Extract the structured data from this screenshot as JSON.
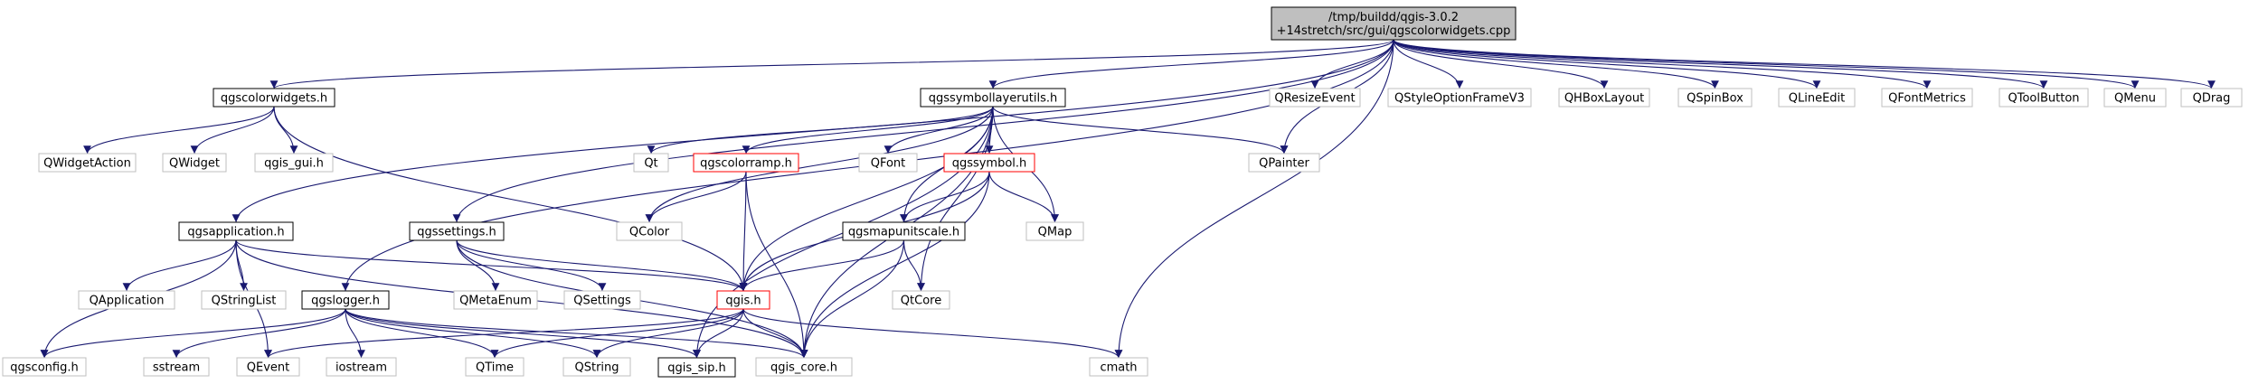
{
  "diagram": {
    "type": "include-dependency-graph",
    "colors": {
      "edge": "#191970",
      "root_fill": "#bfbfbf",
      "root_stroke": "#000000",
      "documented_stroke": "#000000",
      "external_stroke": "#bfbfbf",
      "external_text": "#000000",
      "missing_stroke": "#ff0000"
    },
    "nodes": [
      {
        "id": "root",
        "lines": [
          "/tmp/buildd/qgis-3.0.2",
          "+14stretch/src/gui/qgscolorwidgets.cpp"
        ],
        "kind": "root"
      },
      {
        "id": "qgscolorwidgets_h",
        "lines": [
          "qgscolorwidgets.h"
        ],
        "kind": "documented"
      },
      {
        "id": "qgssymbollayerutils_h",
        "lines": [
          "qgssymbollayerutils.h"
        ],
        "kind": "documented"
      },
      {
        "id": "qgsapplication_h",
        "lines": [
          "qgsapplication.h"
        ],
        "kind": "documented"
      },
      {
        "id": "qgssettings_h",
        "lines": [
          "qgssettings.h"
        ],
        "kind": "documented"
      },
      {
        "id": "qgslogger_h",
        "lines": [
          "qgslogger.h"
        ],
        "kind": "documented"
      },
      {
        "id": "qgsmapunitscale_h",
        "lines": [
          "qgsmapunitscale.h"
        ],
        "kind": "documented"
      },
      {
        "id": "qgis_sip_h",
        "lines": [
          "qgis_sip.h"
        ],
        "kind": "documented-bold"
      },
      {
        "id": "qgscolorramp_h",
        "lines": [
          "qgscolorramp.h"
        ],
        "kind": "missing"
      },
      {
        "id": "qgssymbol_h",
        "lines": [
          "qgssymbol.h"
        ],
        "kind": "missing"
      },
      {
        "id": "qgis_h",
        "lines": [
          "qgis.h"
        ],
        "kind": "missing"
      },
      {
        "id": "QResizeEvent",
        "lines": [
          "QResizeEvent"
        ],
        "kind": "external"
      },
      {
        "id": "QStyleOptionFrameV3",
        "lines": [
          "QStyleOptionFrameV3"
        ],
        "kind": "external"
      },
      {
        "id": "QHBoxLayout",
        "lines": [
          "QHBoxLayout"
        ],
        "kind": "external"
      },
      {
        "id": "QSpinBox",
        "lines": [
          "QSpinBox"
        ],
        "kind": "external"
      },
      {
        "id": "QLineEdit",
        "lines": [
          "QLineEdit"
        ],
        "kind": "external"
      },
      {
        "id": "QFontMetrics",
        "lines": [
          "QFontMetrics"
        ],
        "kind": "external"
      },
      {
        "id": "QToolButton",
        "lines": [
          "QToolButton"
        ],
        "kind": "external"
      },
      {
        "id": "QMenu",
        "lines": [
          "QMenu"
        ],
        "kind": "external"
      },
      {
        "id": "QDrag",
        "lines": [
          "QDrag"
        ],
        "kind": "external"
      },
      {
        "id": "QWidgetAction",
        "lines": [
          "QWidgetAction"
        ],
        "kind": "external"
      },
      {
        "id": "QWidget",
        "lines": [
          "QWidget"
        ],
        "kind": "external"
      },
      {
        "id": "qgis_gui_h",
        "lines": [
          "qgis_gui.h"
        ],
        "kind": "external"
      },
      {
        "id": "Qt",
        "lines": [
          "Qt"
        ],
        "kind": "external"
      },
      {
        "id": "QFont",
        "lines": [
          "QFont"
        ],
        "kind": "external"
      },
      {
        "id": "QPainter",
        "lines": [
          "QPainter"
        ],
        "kind": "external"
      },
      {
        "id": "QColor",
        "lines": [
          "QColor"
        ],
        "kind": "external"
      },
      {
        "id": "QMap",
        "lines": [
          "QMap"
        ],
        "kind": "external"
      },
      {
        "id": "QApplication",
        "lines": [
          "QApplication"
        ],
        "kind": "external"
      },
      {
        "id": "QStringList",
        "lines": [
          "QStringList"
        ],
        "kind": "external"
      },
      {
        "id": "QMetaEnum",
        "lines": [
          "QMetaEnum"
        ],
        "kind": "external"
      },
      {
        "id": "QSettings",
        "lines": [
          "QSettings"
        ],
        "kind": "external"
      },
      {
        "id": "QtCore",
        "lines": [
          "QtCore"
        ],
        "kind": "external"
      },
      {
        "id": "qgsconfig_h",
        "lines": [
          "qgsconfig.h"
        ],
        "kind": "external"
      },
      {
        "id": "sstream",
        "lines": [
          "sstream"
        ],
        "kind": "external"
      },
      {
        "id": "QEvent",
        "lines": [
          "QEvent"
        ],
        "kind": "external"
      },
      {
        "id": "iostream",
        "lines": [
          "iostream"
        ],
        "kind": "external"
      },
      {
        "id": "QTime",
        "lines": [
          "QTime"
        ],
        "kind": "external"
      },
      {
        "id": "QString",
        "lines": [
          "QString"
        ],
        "kind": "external"
      },
      {
        "id": "qgis_core_h",
        "lines": [
          "qgis_core.h"
        ],
        "kind": "external"
      },
      {
        "id": "cmath",
        "lines": [
          "cmath"
        ],
        "kind": "external"
      }
    ],
    "edges": [
      [
        "root",
        "qgscolorwidgets_h"
      ],
      [
        "root",
        "qgssymbollayerutils_h"
      ],
      [
        "root",
        "qgsapplication_h"
      ],
      [
        "root",
        "qgslogger_h"
      ],
      [
        "root",
        "qgssettings_h"
      ],
      [
        "root",
        "QPainter"
      ],
      [
        "root",
        "cmath"
      ],
      [
        "root",
        "QResizeEvent"
      ],
      [
        "root",
        "QStyleOptionFrameV3"
      ],
      [
        "root",
        "QHBoxLayout"
      ],
      [
        "root",
        "QSpinBox"
      ],
      [
        "root",
        "QLineEdit"
      ],
      [
        "root",
        "QFontMetrics"
      ],
      [
        "root",
        "QToolButton"
      ],
      [
        "root",
        "QMenu"
      ],
      [
        "root",
        "QDrag"
      ],
      [
        "qgscolorwidgets_h",
        "QWidgetAction"
      ],
      [
        "qgscolorwidgets_h",
        "QWidget"
      ],
      [
        "qgscolorwidgets_h",
        "qgis_gui_h"
      ],
      [
        "qgscolorwidgets_h",
        "qgis_h"
      ],
      [
        "qgssymbollayerutils_h",
        "Qt"
      ],
      [
        "qgssymbollayerutils_h",
        "qgscolorramp_h"
      ],
      [
        "qgssymbollayerutils_h",
        "QFont"
      ],
      [
        "qgssymbollayerutils_h",
        "qgssymbol_h"
      ],
      [
        "qgssymbollayerutils_h",
        "QPainter"
      ],
      [
        "qgssymbollayerutils_h",
        "QColor"
      ],
      [
        "qgssymbollayerutils_h",
        "qgsmapunitscale_h"
      ],
      [
        "qgssymbollayerutils_h",
        "QMap"
      ],
      [
        "qgssymbollayerutils_h",
        "qgis_h"
      ],
      [
        "qgssymbollayerutils_h",
        "QtCore"
      ],
      [
        "qgssymbollayerutils_h",
        "qgis_core_h"
      ],
      [
        "qgssymbollayerutils_h",
        "qgis_sip_h"
      ],
      [
        "qgscolorramp_h",
        "QColor"
      ],
      [
        "qgscolorramp_h",
        "qgis_h"
      ],
      [
        "qgscolorramp_h",
        "qgis_core_h"
      ],
      [
        "qgssymbol_h",
        "qgsmapunitscale_h"
      ],
      [
        "qgssymbol_h",
        "QMap"
      ],
      [
        "qgssymbol_h",
        "qgis_h"
      ],
      [
        "qgssymbol_h",
        "qgis_core_h"
      ],
      [
        "qgsmapunitscale_h",
        "qgis_h"
      ],
      [
        "qgsmapunitscale_h",
        "QtCore"
      ],
      [
        "qgsmapunitscale_h",
        "qgis_core_h"
      ],
      [
        "qgsapplication_h",
        "QApplication"
      ],
      [
        "qgsapplication_h",
        "QStringList"
      ],
      [
        "qgsapplication_h",
        "qgis_h"
      ],
      [
        "qgsapplication_h",
        "qgsconfig_h"
      ],
      [
        "qgsapplication_h",
        "QEvent"
      ],
      [
        "qgsapplication_h",
        "qgis_core_h"
      ],
      [
        "qgssettings_h",
        "QMetaEnum"
      ],
      [
        "qgssettings_h",
        "QSettings"
      ],
      [
        "qgssettings_h",
        "qgis_h"
      ],
      [
        "qgssettings_h",
        "qgis_core_h"
      ],
      [
        "qgslogger_h",
        "qgsconfig_h"
      ],
      [
        "qgslogger_h",
        "sstream"
      ],
      [
        "qgslogger_h",
        "iostream"
      ],
      [
        "qgslogger_h",
        "QTime"
      ],
      [
        "qgslogger_h",
        "QString"
      ],
      [
        "qgslogger_h",
        "qgis_core_h"
      ],
      [
        "qgslogger_h",
        "qgis_sip_h"
      ],
      [
        "qgis_h",
        "QEvent"
      ],
      [
        "qgis_h",
        "QTime"
      ],
      [
        "qgis_h",
        "QString"
      ],
      [
        "qgis_h",
        "qgis_sip_h"
      ],
      [
        "qgis_h",
        "qgis_core_h"
      ],
      [
        "qgis_h",
        "cmath"
      ]
    ]
  }
}
